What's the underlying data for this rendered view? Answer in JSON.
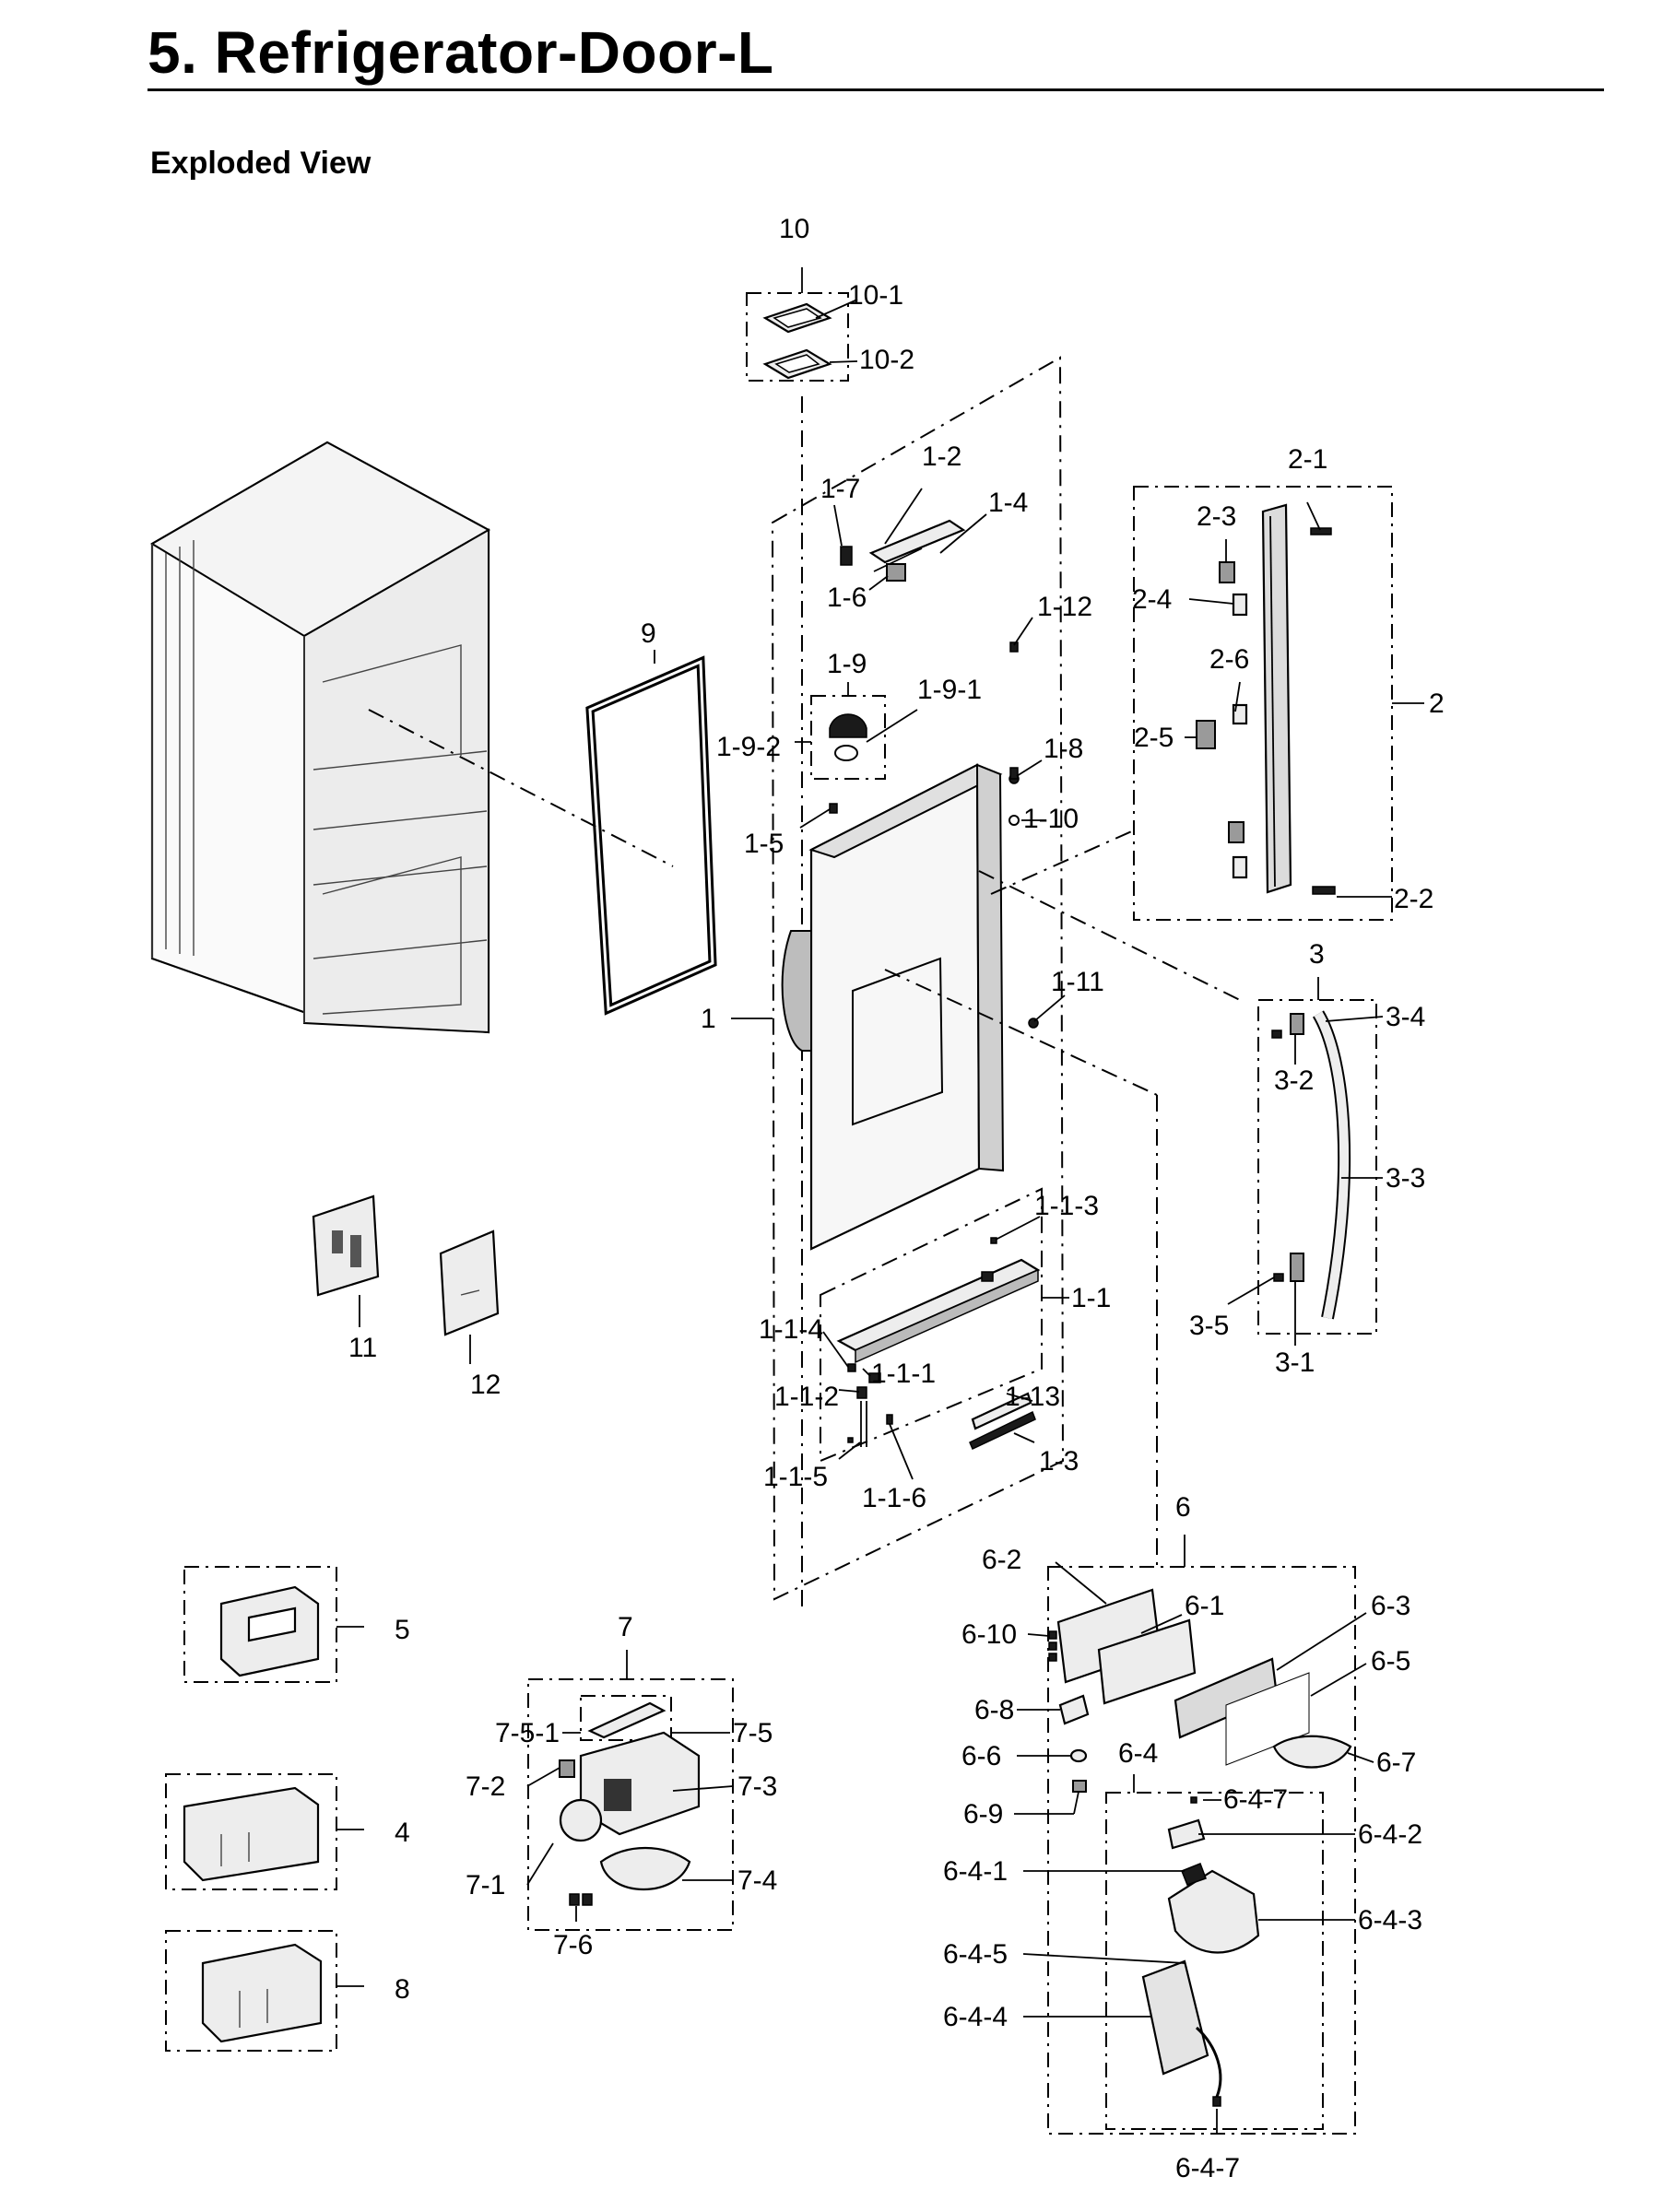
{
  "header": {
    "title": "5.  Refrigerator-Door-L",
    "subtitle": "Exploded View"
  },
  "callouts": [
    "10",
    "10-1",
    "10-2",
    "1-2",
    "1-7",
    "1-4",
    "1-6",
    "1-12",
    "9",
    "1-9",
    "1-9-1",
    "1-9-2",
    "1-8",
    "1-5",
    "1-10",
    "1-11",
    "1",
    "2-1",
    "2-3",
    "2-4",
    "2-6",
    "2",
    "2-5",
    "2-2",
    "3",
    "3-4",
    "3-2",
    "3-3",
    "3-5",
    "3-1",
    "11",
    "12",
    "1-1-3",
    "1-1",
    "1-1-4",
    "1-1-1",
    "1-1-2",
    "1-13",
    "1-1-5",
    "1-3",
    "1-1-6",
    "6",
    "6-2",
    "6-1",
    "6-3",
    "6-10",
    "6-5",
    "6-8",
    "6-6",
    "6-7",
    "6-4",
    "6-9",
    "6-4-7",
    "6-4-2",
    "6-4-1",
    "6-4-3",
    "6-4-5",
    "6-4-4",
    "6-4-7",
    "5",
    "7",
    "7-5-1",
    "7-5",
    "7-2",
    "7-3",
    "4",
    "7-1",
    "7-4",
    "7-6",
    "8"
  ]
}
